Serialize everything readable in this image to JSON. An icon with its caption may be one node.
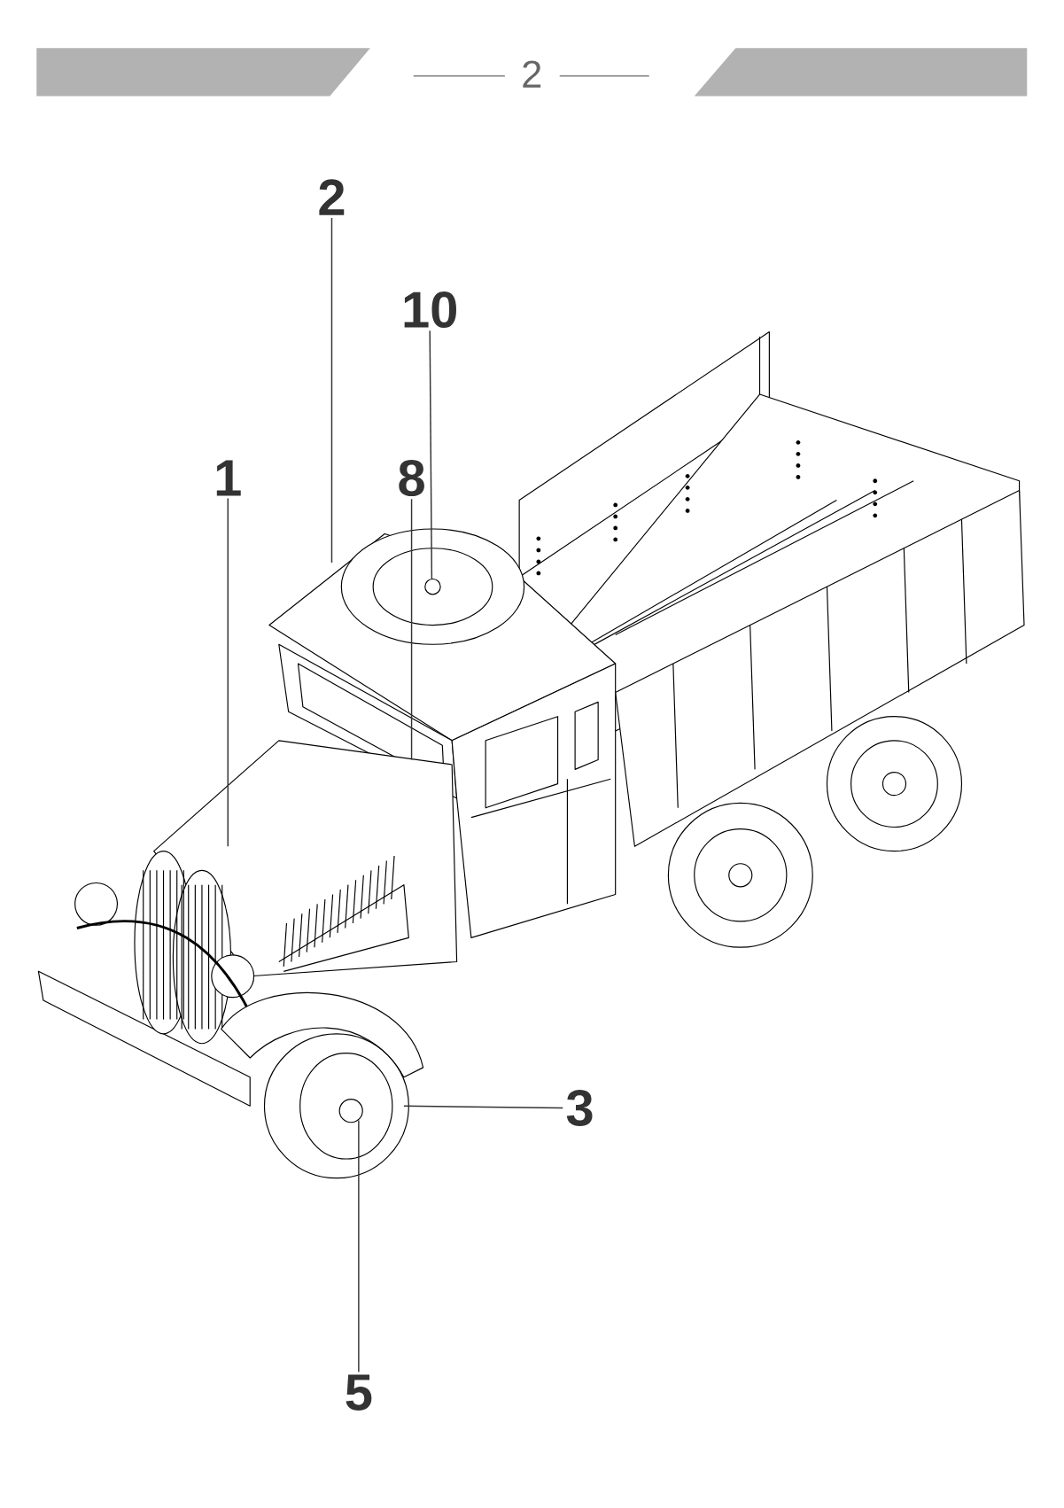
{
  "diagram": {
    "nodes": [
      {
        "text": [
          "2"
        ]
      },
      {
        "text": [
          "10"
        ]
      },
      {
        "text": [
          "1"
        ]
      },
      {
        "text": [
          "8"
        ]
      },
      {
        "text": [
          "3"
        ]
      },
      {
        "text": [
          "5"
        ]
      }
    ],
    "edges": [
      {
        "from": 0,
        "to": null,
        "arrow": "none"
      },
      {
        "from": 1,
        "to": null,
        "arrow": "none"
      },
      {
        "from": 2,
        "to": null,
        "arrow": "none"
      },
      {
        "from": 3,
        "to": null,
        "arrow": "none"
      },
      {
        "from": 4,
        "to": null,
        "arrow": "none"
      },
      {
        "from": 5,
        "to": null,
        "arrow": "none"
      }
    ],
    "labels": [
      "2"
    ]
  }
}
